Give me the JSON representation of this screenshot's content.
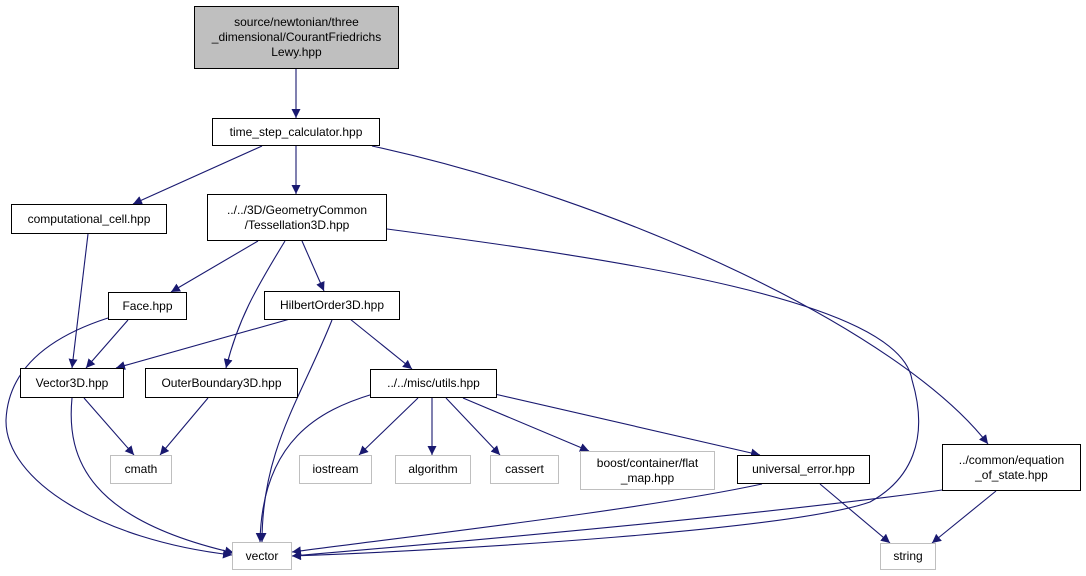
{
  "colors": {
    "edge": "#191970",
    "root_fill": "#bfbfbf",
    "node_border": "#000000",
    "external_border": "#bfbfbf"
  },
  "nodes": {
    "courant": "source/newtonian/three\n_dimensional/CourantFriedrichs\nLewy.hpp",
    "time_step": "time_step_calculator.hpp",
    "comp_cell": "computational_cell.hpp",
    "tess": "../../3D/GeometryCommon\n/Tessellation3D.hpp",
    "face": "Face.hpp",
    "hilbert": "HilbertOrder3D.hpp",
    "vector3d": "Vector3D.hpp",
    "outer": "OuterBoundary3D.hpp",
    "utils": "../../misc/utils.hpp",
    "cmath": "cmath",
    "iostream": "iostream",
    "algorithm": "algorithm",
    "cassert": "cassert",
    "flat_map": "boost/container/flat\n_map.hpp",
    "univ_err": "universal_error.hpp",
    "eos": "../common/equation\n_of_state.hpp",
    "vector": "vector",
    "string": "string"
  }
}
